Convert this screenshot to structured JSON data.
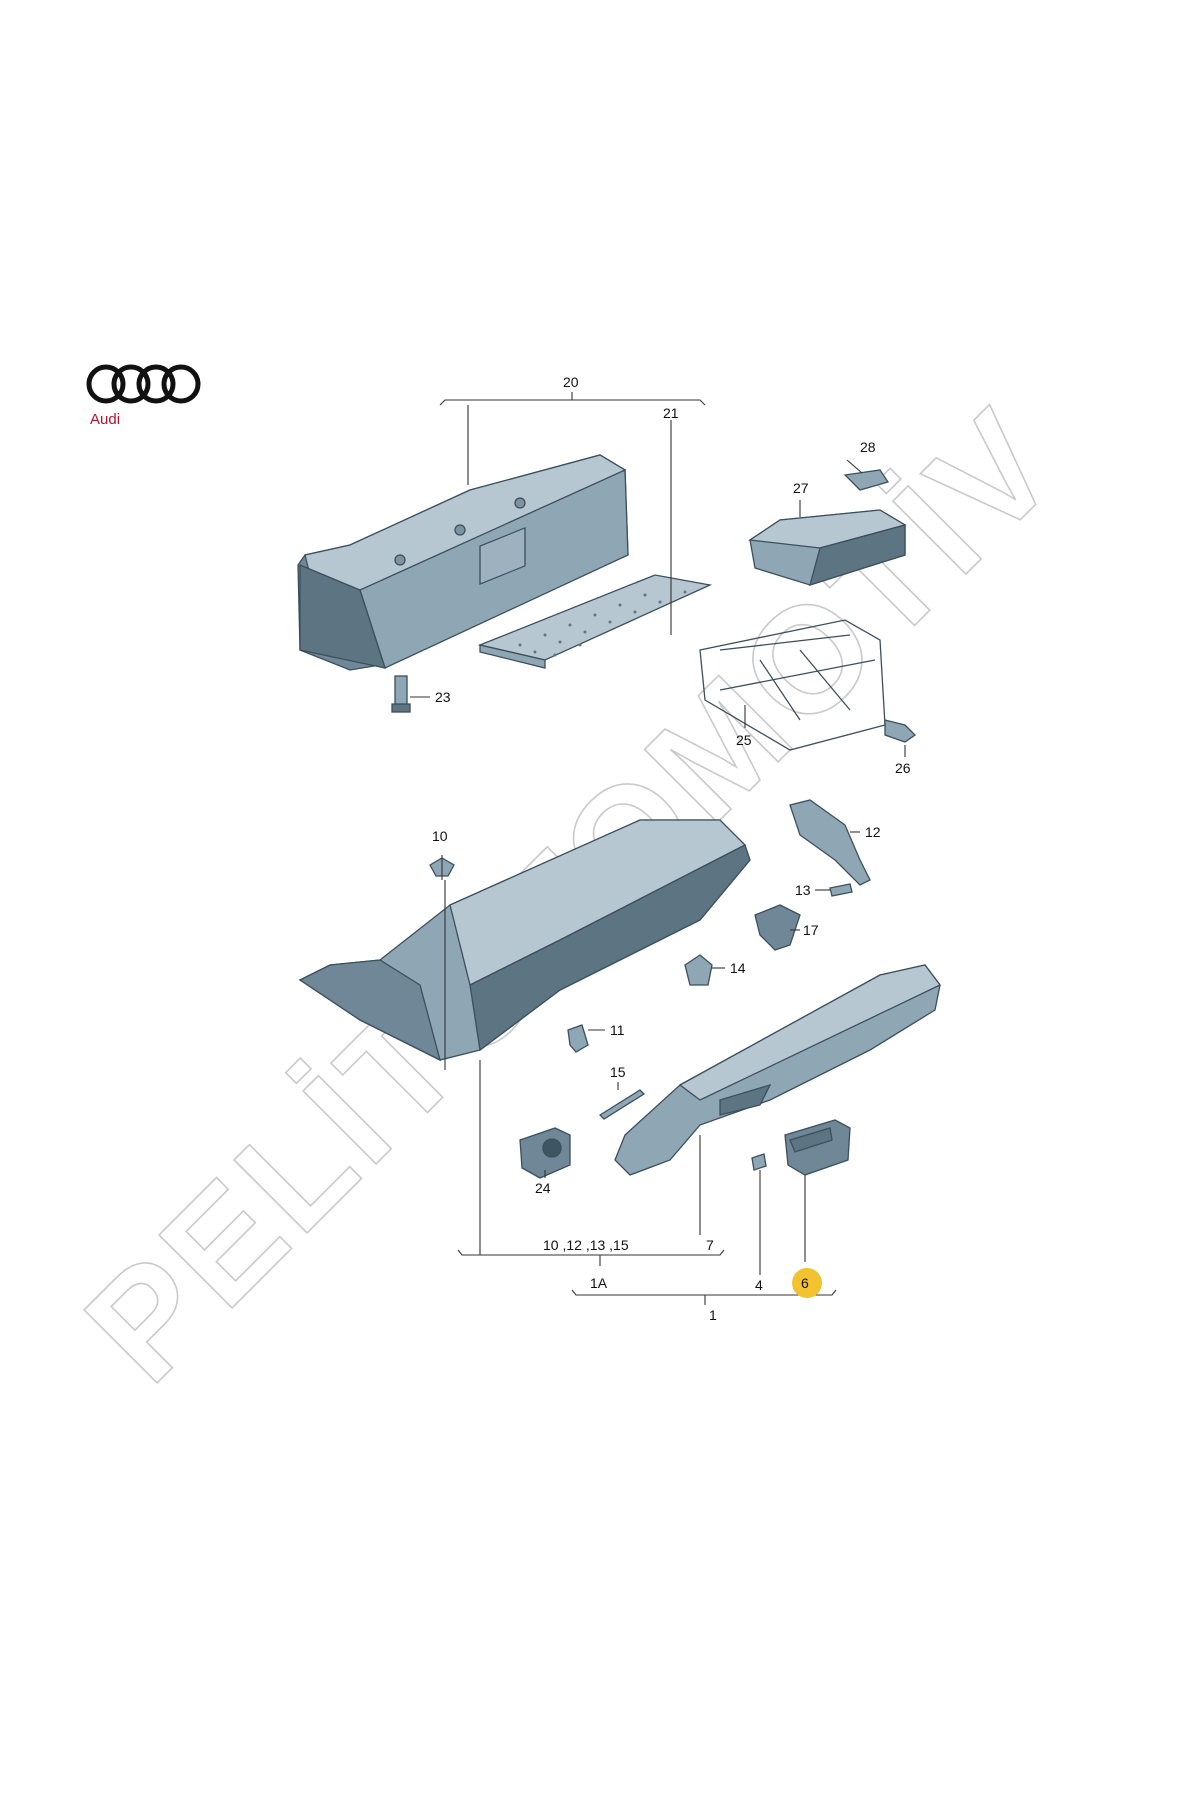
{
  "brand": {
    "logo_text": "Audi",
    "logo_color": "#b0132e",
    "ring_color": "#111111"
  },
  "watermark": {
    "text": "PELİTOTOMOTİV"
  },
  "highlight_color": "#f2c230",
  "callouts": {
    "p20": "20",
    "p21": "21",
    "p23": "23",
    "p25": "25",
    "p26": "26",
    "p27": "27",
    "p28": "28",
    "p10": "10",
    "p11": "11",
    "p12": "12",
    "p13": "13",
    "p14": "14",
    "p15": "15",
    "p17": "17",
    "p24": "24",
    "p7": "7",
    "p4": "4",
    "p6": "6",
    "p1": "1",
    "p1a": "1A",
    "group_1a": "10 ,12 ,13 ,15"
  },
  "highlighted_part": "6"
}
